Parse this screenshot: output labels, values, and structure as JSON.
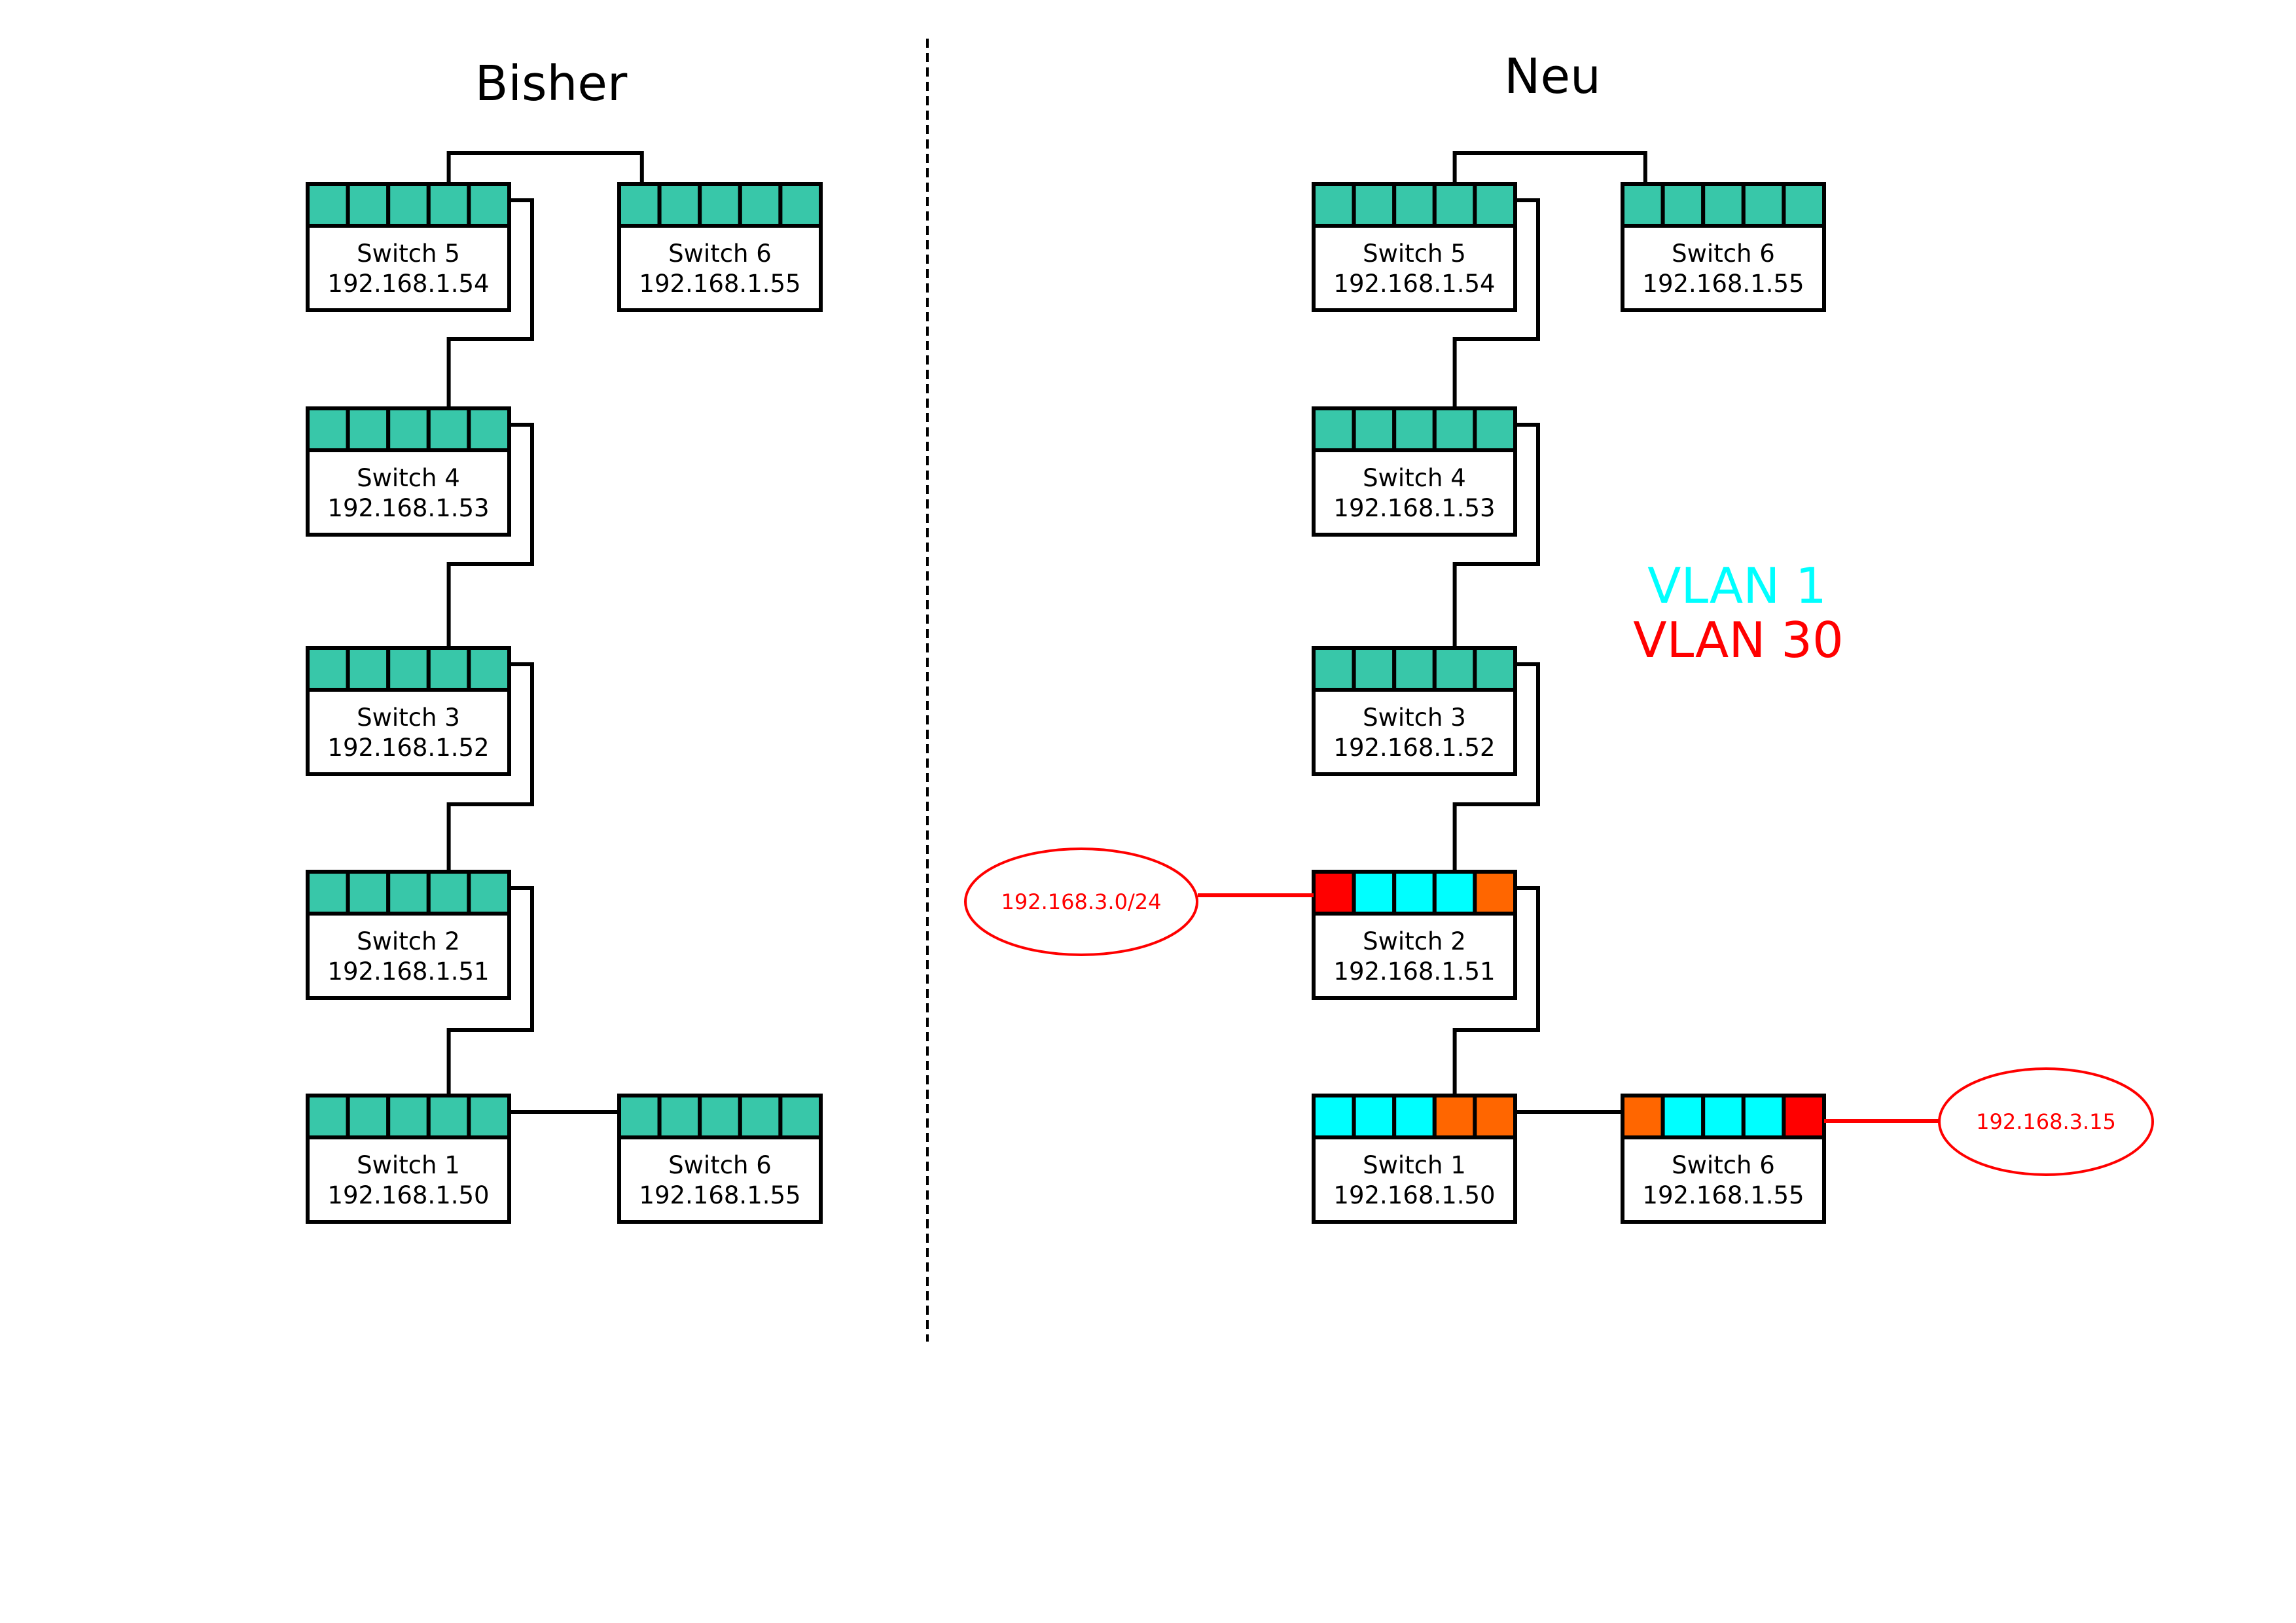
{
  "colors": {
    "port_default": "#38C7A9",
    "vlan1": "#00FFFF",
    "vlan30": "#FF0000",
    "trunk": "#FF6600",
    "line": "#000000",
    "network": "#FF0000"
  },
  "panels": {
    "before": {
      "title": "Bisher",
      "switches": [
        {
          "id": "s5",
          "name": "Switch 5",
          "ip": "192.168.1.54",
          "ports": [
            "default",
            "default",
            "default",
            "default",
            "default"
          ]
        },
        {
          "id": "s4",
          "name": "Switch 4",
          "ip": "192.168.1.53",
          "ports": [
            "default",
            "default",
            "default",
            "default",
            "default"
          ]
        },
        {
          "id": "s3",
          "name": "Switch 3",
          "ip": "192.168.1.52",
          "ports": [
            "default",
            "default",
            "default",
            "default",
            "default"
          ]
        },
        {
          "id": "s2",
          "name": "Switch 2",
          "ip": "192.168.1.51",
          "ports": [
            "default",
            "default",
            "default",
            "default",
            "default"
          ]
        },
        {
          "id": "s1",
          "name": "Switch 1",
          "ip": "192.168.1.50",
          "ports": [
            "default",
            "default",
            "default",
            "default",
            "default"
          ]
        }
      ],
      "side_switches": [
        {
          "id": "s6_top",
          "name": "Switch 6",
          "ip": "192.168.1.55",
          "ports": [
            "default",
            "default",
            "default",
            "default",
            "default"
          ],
          "attached_to": "s5"
        },
        {
          "id": "s6_bottom",
          "name": "Switch 6",
          "ip": "192.168.1.55",
          "ports": [
            "default",
            "default",
            "default",
            "default",
            "default"
          ],
          "attached_to": "s1"
        }
      ]
    },
    "after": {
      "title": "Neu",
      "switches": [
        {
          "id": "s5",
          "name": "Switch 5",
          "ip": "192.168.1.54",
          "ports": [
            "default",
            "default",
            "default",
            "default",
            "default"
          ]
        },
        {
          "id": "s4",
          "name": "Switch 4",
          "ip": "192.168.1.53",
          "ports": [
            "default",
            "default",
            "default",
            "default",
            "default"
          ]
        },
        {
          "id": "s3",
          "name": "Switch 3",
          "ip": "192.168.1.52",
          "ports": [
            "default",
            "default",
            "default",
            "default",
            "default"
          ]
        },
        {
          "id": "s2",
          "name": "Switch 2",
          "ip": "192.168.1.51",
          "ports": [
            "vlan30",
            "vlan1",
            "vlan1",
            "vlan1",
            "trunk"
          ]
        },
        {
          "id": "s1",
          "name": "Switch 1",
          "ip": "192.168.1.50",
          "ports": [
            "vlan1",
            "vlan1",
            "vlan1",
            "trunk",
            "trunk"
          ]
        }
      ],
      "side_switches": [
        {
          "id": "s6_top",
          "name": "Switch 6",
          "ip": "192.168.1.55",
          "ports": [
            "default",
            "default",
            "default",
            "default",
            "default"
          ],
          "attached_to": "s5"
        },
        {
          "id": "s6_bottom",
          "name": "Switch 6",
          "ip": "192.168.1.55",
          "ports": [
            "trunk",
            "vlan1",
            "vlan1",
            "vlan1",
            "vlan30"
          ],
          "attached_to": "s1"
        }
      ],
      "networks": [
        {
          "label": "192.168.3.0/24",
          "attached_to": "s2",
          "port": 1
        },
        {
          "label": "192.168.3.15",
          "attached_to": "s6_bottom",
          "port": 5
        }
      ],
      "legend": [
        {
          "label": "VLAN 1",
          "color_key": "vlan1"
        },
        {
          "label": "VLAN 30",
          "color_key": "vlan30"
        }
      ]
    }
  }
}
